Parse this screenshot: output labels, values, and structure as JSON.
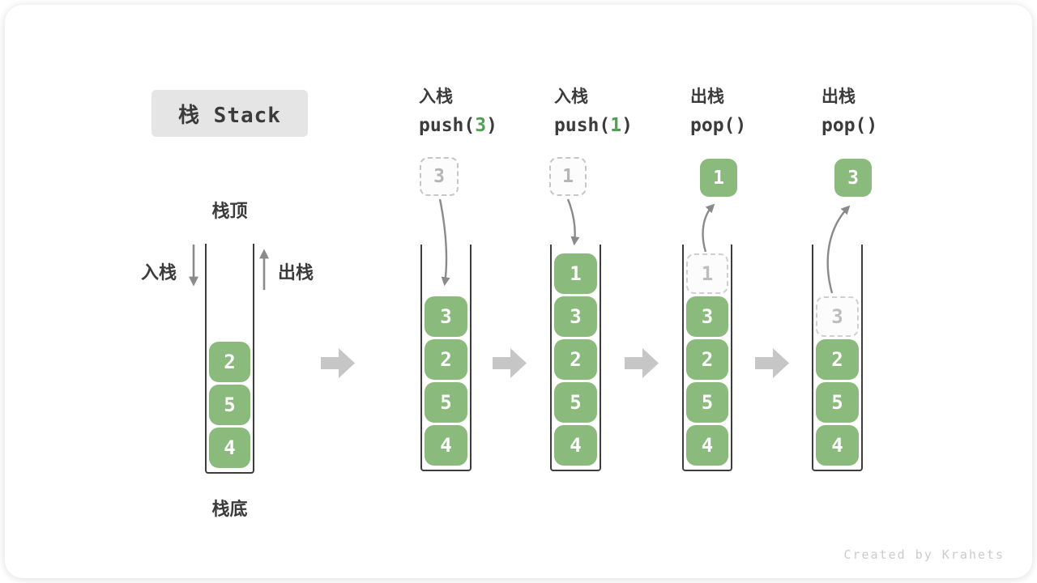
{
  "title": "栈 Stack",
  "stack_labels": {
    "top": "栈顶",
    "bottom": "栈底",
    "push": "入栈",
    "pop": "出栈"
  },
  "operations": [
    {
      "name": "入栈",
      "call_pre": "push(",
      "call_arg": "3",
      "call_post": ")",
      "float_value": "3",
      "float_style": "dashed"
    },
    {
      "name": "入栈",
      "call_pre": "push(",
      "call_arg": "1",
      "call_post": ")",
      "float_value": "1",
      "float_style": "dashed"
    },
    {
      "name": "出栈",
      "call_pre": "pop()",
      "call_arg": "",
      "call_post": "",
      "float_value": "1",
      "float_style": "solid"
    },
    {
      "name": "出栈",
      "call_pre": "pop()",
      "call_arg": "",
      "call_post": "",
      "float_value": "3",
      "float_style": "solid"
    }
  ],
  "stacks": [
    {
      "items": [
        {
          "value": "2",
          "style": "solid"
        },
        {
          "value": "5",
          "style": "solid"
        },
        {
          "value": "4",
          "style": "solid"
        }
      ]
    },
    {
      "items": [
        {
          "value": "3",
          "style": "solid"
        },
        {
          "value": "2",
          "style": "solid"
        },
        {
          "value": "5",
          "style": "solid"
        },
        {
          "value": "4",
          "style": "solid"
        }
      ]
    },
    {
      "items": [
        {
          "value": "1",
          "style": "solid"
        },
        {
          "value": "3",
          "style": "solid"
        },
        {
          "value": "2",
          "style": "solid"
        },
        {
          "value": "5",
          "style": "solid"
        },
        {
          "value": "4",
          "style": "solid"
        }
      ]
    },
    {
      "items": [
        {
          "value": "1",
          "style": "dashed"
        },
        {
          "value": "3",
          "style": "solid"
        },
        {
          "value": "2",
          "style": "solid"
        },
        {
          "value": "5",
          "style": "solid"
        },
        {
          "value": "4",
          "style": "solid"
        }
      ]
    },
    {
      "items": [
        {
          "value": "3",
          "style": "dashed"
        },
        {
          "value": "2",
          "style": "solid"
        },
        {
          "value": "5",
          "style": "solid"
        },
        {
          "value": "4",
          "style": "solid"
        }
      ]
    }
  ],
  "watermark": "Created by Krahets",
  "colors": {
    "item_green": "#8ABA7C",
    "digit_green": "#4FA14F",
    "title_bg": "#E5E5E5",
    "text_dark": "#3B3B3B",
    "muted_gray": "#B5B5B5",
    "arrow_gray": "#8A8A8A",
    "block_arrow_gray": "#C6C6C6"
  }
}
